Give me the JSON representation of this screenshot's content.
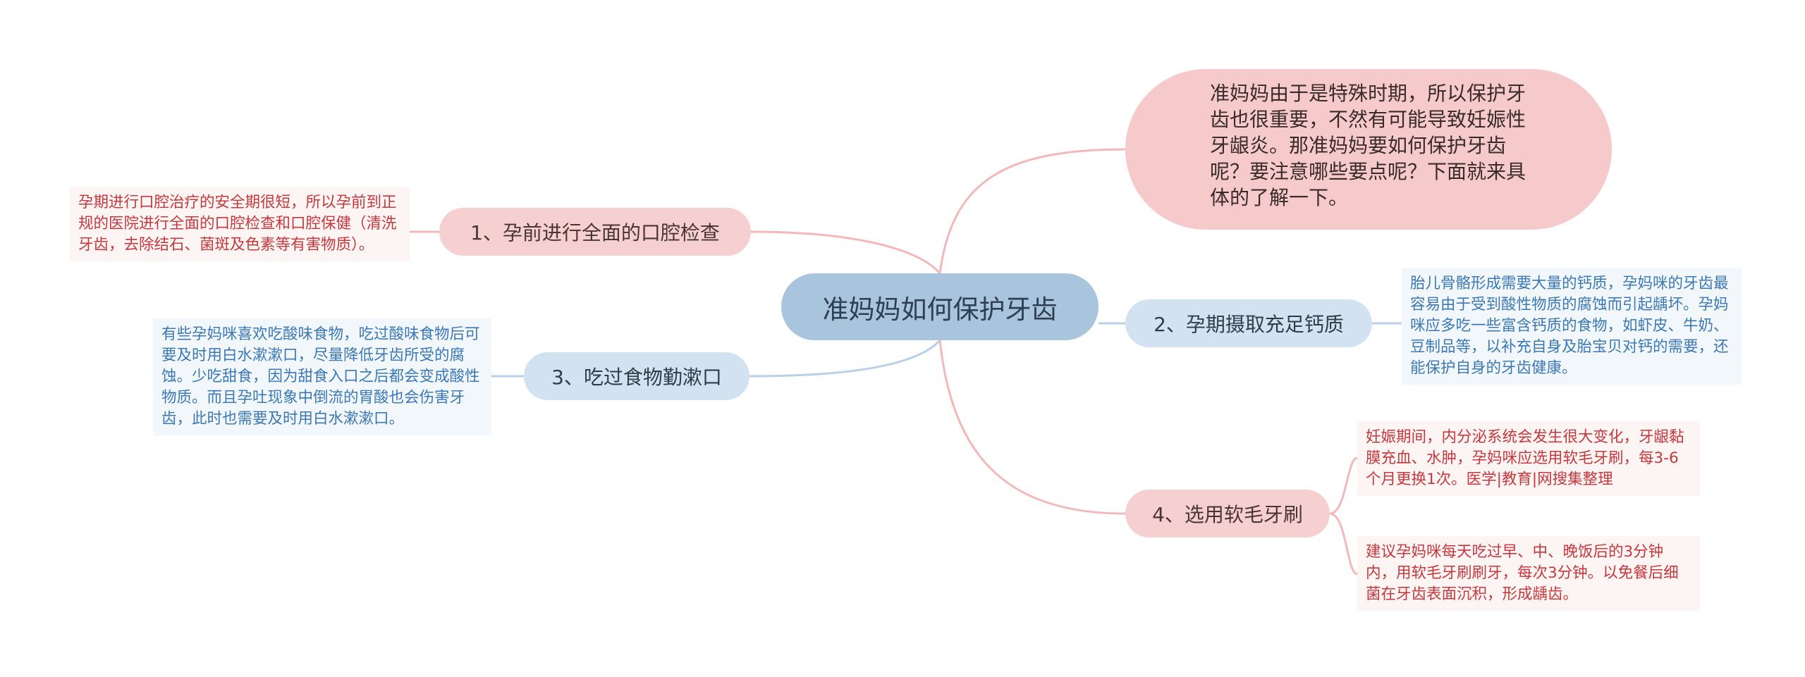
{
  "center": {
    "label": "准妈妈如何保护牙齿"
  },
  "intro": {
    "text": "准妈妈由于是特殊时期，所以保护牙齿也很重要，不然有可能导致妊娠性牙龈炎。那准妈妈要如何保护牙齿呢？要注意哪些要点呢？下面就来具体的了解一下。"
  },
  "branches": [
    {
      "label": "1、孕前进行全面的口腔检查",
      "details": [
        "孕期进行口腔治疗的安全期很短，所以孕前到正规的医院进行全面的口腔检查和口腔保健（清洗牙齿，去除结石、菌斑及色素等有害物质）。"
      ]
    },
    {
      "label": "2、孕期摄取充足钙质",
      "details": [
        "胎儿骨骼形成需要大量的钙质，孕妈咪的牙齿最容易由于受到酸性物质的腐蚀而引起龋坏。孕妈咪应多吃一些富含钙质的食物，如虾皮、牛奶、豆制品等，以补充自身及胎宝贝对钙的需要，还能保护自身的牙齿健康。"
      ]
    },
    {
      "label": "3、吃过食物勤漱口",
      "details": [
        "有些孕妈咪喜欢吃酸味食物，吃过酸味食物后可要及时用白水漱漱口，尽量降低牙齿所受的腐蚀。少吃甜食，因为甜食入口之后都会变成酸性物质。而且孕吐现象中倒流的胃酸也会伤害牙齿，此时也需要及时用白水漱漱口。"
      ]
    },
    {
      "label": "4、选用软毛牙刷",
      "details": [
        "妊娠期间，内分泌系统会发生很大变化，牙龈黏膜充血、水肿，孕妈咪应选用软毛牙刷，每3-6个月更换1次。医学|教育|网搜集整理",
        "建议孕妈咪每天吃过早、中、晚饭后的3分钟内，用软毛牙刷刷牙，每次3分钟。以免餐后细菌在牙齿表面沉积，形成龋齿。"
      ]
    }
  ],
  "colors": {
    "pink_line": "#f2b9bb",
    "blue_line": "#b9d0e6",
    "center_fill": "#a9c4dd",
    "intro_fill": "#f6c9cb"
  }
}
